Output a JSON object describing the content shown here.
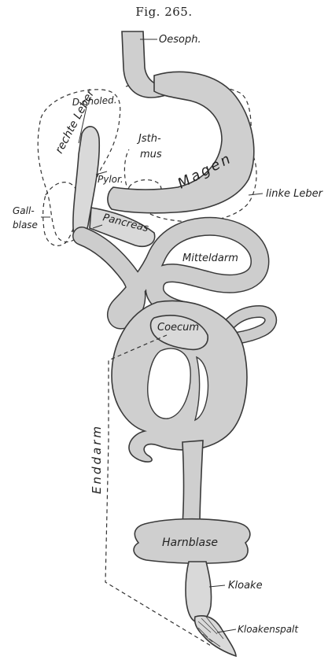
{
  "figure": {
    "caption": "Fig. 265.",
    "labels": {
      "oesoph": "Oesoph.",
      "d_choled": "D.choled.",
      "rechte_leber": "rechte Leber",
      "isthmus_1": "Jsth-",
      "isthmus_2": "mus",
      "pylor": "Pylor.",
      "magen": "Magen",
      "linke_leber": "linke Leber",
      "gallblase_1": "Gall-",
      "gallblase_2": "blase",
      "pancreas": "Pancreas",
      "mitteldarm": "Mitteldarm",
      "coecum": "Coecum",
      "enddarm": "Enddarm",
      "harnblase": "Harnblase",
      "kloake": "Kloake",
      "kloakenspalt": "Kloakenspalt"
    }
  }
}
